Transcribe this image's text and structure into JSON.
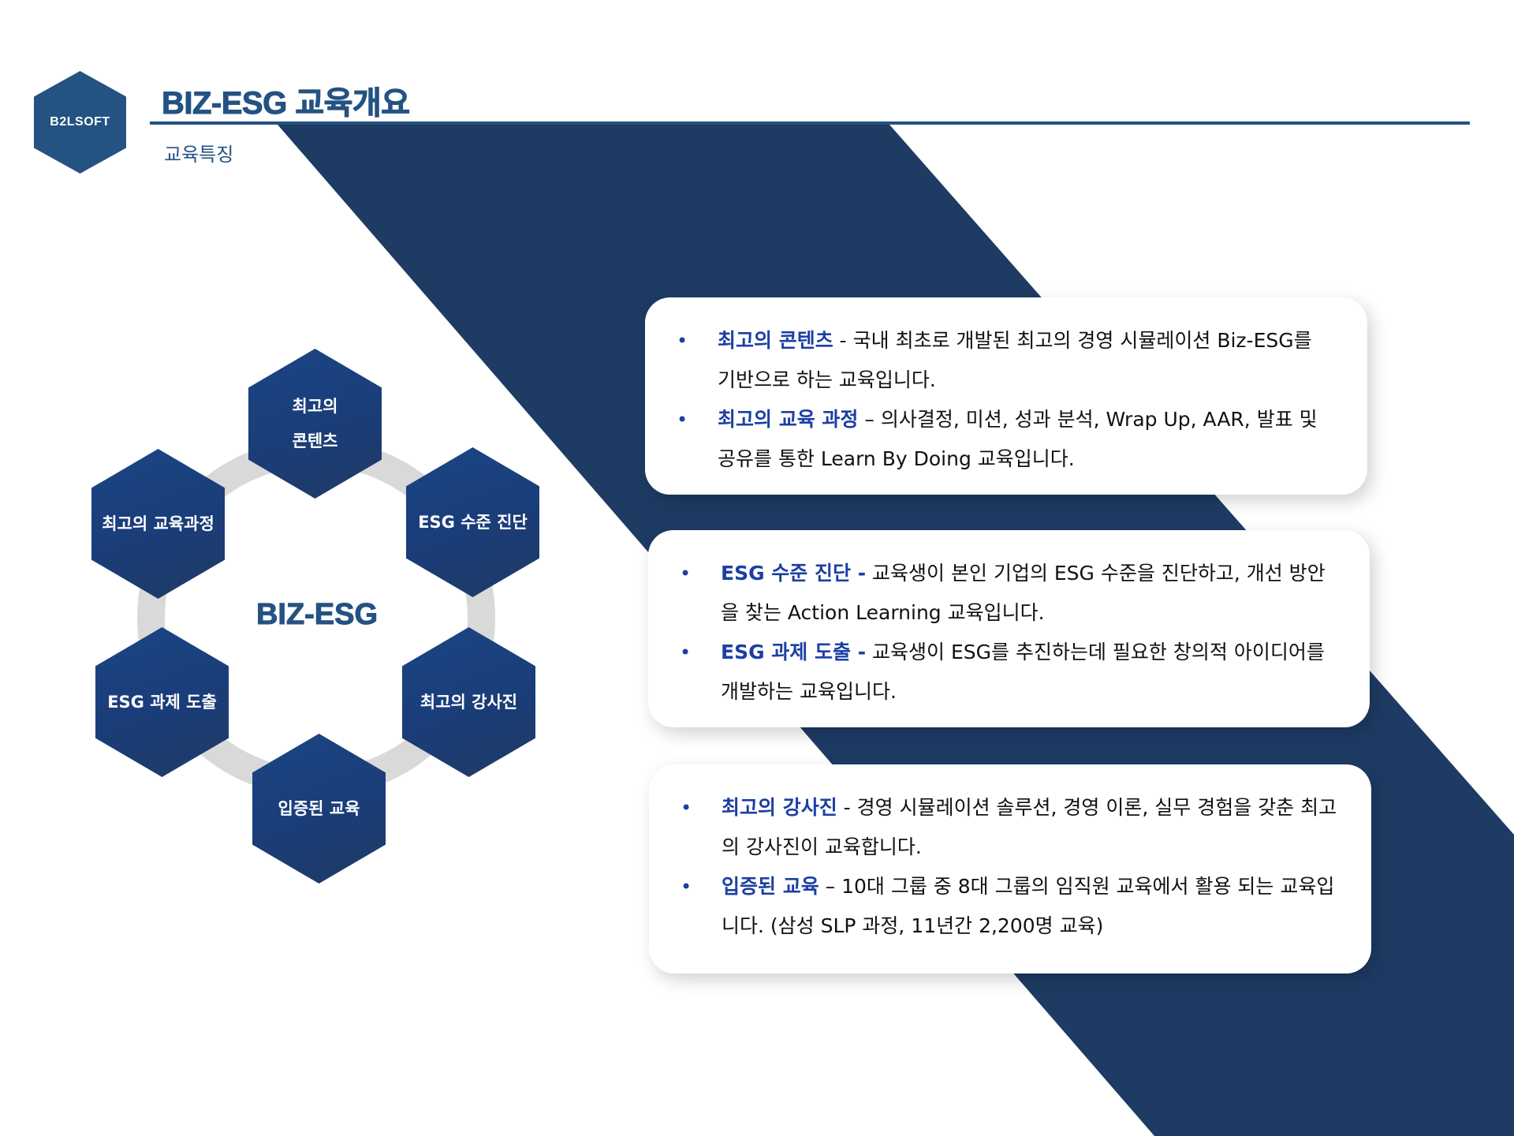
{
  "header": {
    "logo_text": "B2LSOFT",
    "title": "BIZ-ESG 교육개요",
    "subtitle": "교육특징"
  },
  "colors": {
    "brand_navy": "#245282",
    "band_navy": "#1d3b63",
    "hex_blue": "#1a3d78",
    "label_blue": "#1d3fa3",
    "ring_gray": "#d9d9d9"
  },
  "diagram": {
    "center_label": "BIZ-ESG",
    "nodes": [
      {
        "lines": [
          "최고의",
          "콘텐츠"
        ],
        "position": "top"
      },
      {
        "lines": [
          "ESG 수준 진단"
        ],
        "position": "top-right"
      },
      {
        "lines": [
          "최고의 강사진"
        ],
        "position": "bottom-right"
      },
      {
        "lines": [
          "입증된 교육"
        ],
        "position": "bottom"
      },
      {
        "lines": [
          "ESG 과제 도출"
        ],
        "position": "bottom-left"
      },
      {
        "lines": [
          "최고의 교육과정"
        ],
        "position": "top-left"
      }
    ]
  },
  "cards": [
    {
      "items": [
        {
          "label": "최고의 콘텐츠",
          "sep": " - ",
          "text": "국내 최초로 개발된 최고의 경영 시뮬레이션 Biz-ESG를 기반으로 하는 교육입니다."
        },
        {
          "label": "최고의 교육 과정",
          "sep": " – ",
          "text": "의사결정, 미션, 성과 분석, Wrap Up, AAR, 발표 및 공유를 통한 Learn By Doing 교육입니다."
        }
      ]
    },
    {
      "items": [
        {
          "label": "ESG 수준 진단 -",
          "sep": " ",
          "text": "교육생이  본인 기업의 ESG 수준을 진단하고, 개선 방안을 찾는 Action Learning 교육입니다."
        },
        {
          "label": "ESG 과제 도출 -",
          "sep": " ",
          "text": "교육생이  ESG를 추진하는데 필요한 창의적 아이디어를 개발하는 교육입니다."
        }
      ]
    },
    {
      "items": [
        {
          "label": "최고의 강사진",
          "sep": " - ",
          "text": "경영 시뮬레이션 솔루션, 경영 이론, 실무 경험을 갖춘 최고의 강사진이 교육합니다."
        },
        {
          "label": "입증된 교육",
          "sep": " – ",
          "text": "10대 그룹 중 8대 그룹의 임직원 교육에서 활용 되는 교육입니다. (삼성 SLP 과정, 11년간 2,200명 교육)"
        }
      ]
    }
  ],
  "bullet_glyph": "•"
}
